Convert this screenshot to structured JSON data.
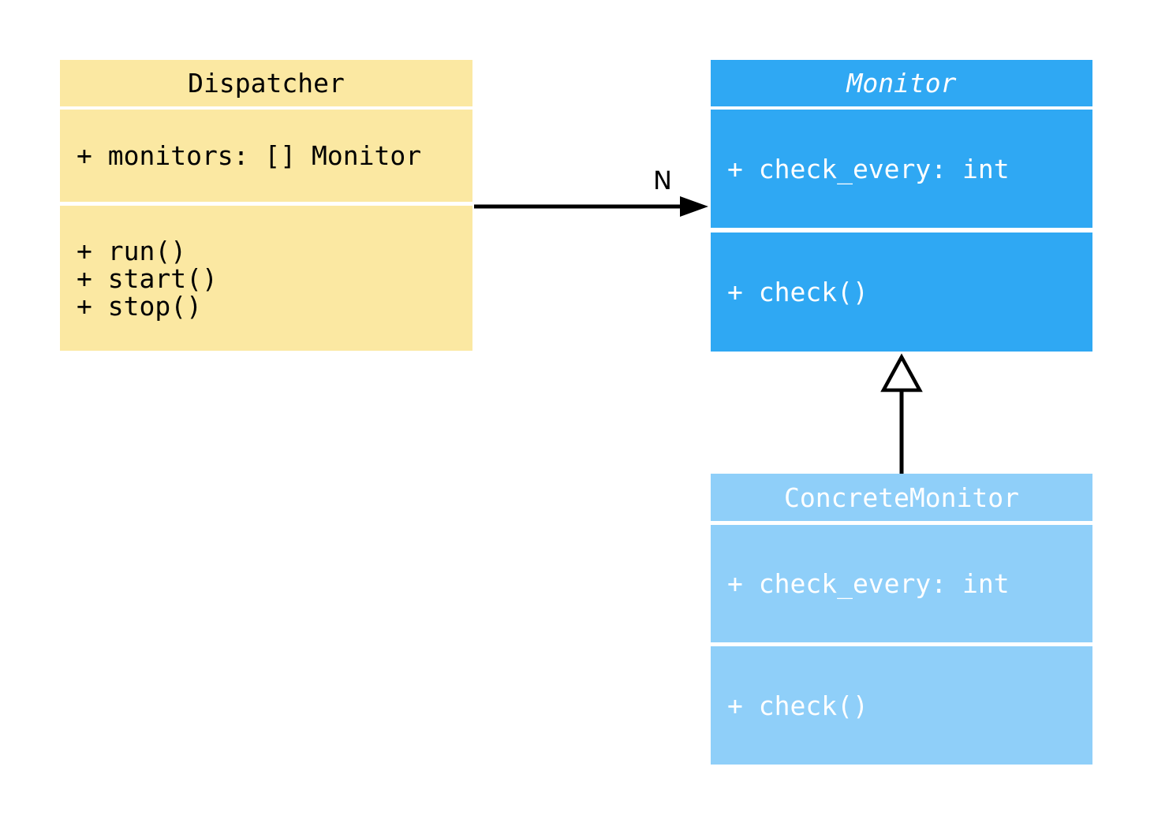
{
  "canvas": {
    "kind": "uml-class-diagram",
    "background": "#ffffff"
  },
  "classes": [
    {
      "id": "dispatcher",
      "title": "Dispatcher",
      "abstract": false,
      "fill": "#FBE8A2",
      "text_color": "#000000",
      "attributes": [
        "+ monitors: [] Monitor"
      ],
      "methods": [
        "+ run()",
        "+ start()",
        "+ stop()"
      ]
    },
    {
      "id": "monitor",
      "title": "Monitor",
      "abstract": true,
      "fill": "#2FA8F3",
      "text_color": "#ffffff",
      "attributes": [
        "+ check_every: int"
      ],
      "methods": [
        "+ check()"
      ]
    },
    {
      "id": "concrete-monitor",
      "title": "ConcreteMonitor",
      "abstract": false,
      "fill": "#8FCFF9",
      "text_color": "#ffffff",
      "attributes": [
        "+ check_every: int"
      ],
      "methods": [
        "+ check()"
      ]
    }
  ],
  "relations": [
    {
      "type": "association",
      "from": "Dispatcher",
      "to": "Monitor",
      "label": "N",
      "color": "#000000"
    },
    {
      "type": "inheritance",
      "from": "ConcreteMonitor",
      "to": "Monitor",
      "color": "#000000",
      "head_fill": "#ffffff"
    }
  ]
}
